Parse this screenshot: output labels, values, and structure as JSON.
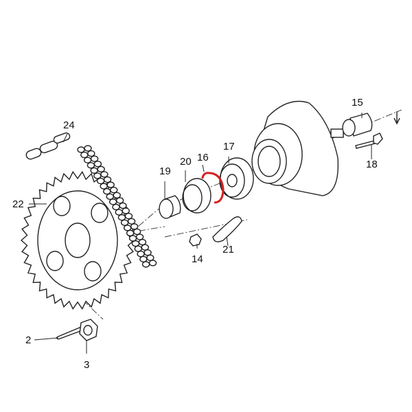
{
  "diagram": {
    "parts": [
      {
        "id": "24",
        "label": "24",
        "name": "chain-joint"
      },
      {
        "id": "15",
        "label": "15",
        "name": "collar"
      },
      {
        "id": "16",
        "label": "16",
        "name": "circlip"
      },
      {
        "id": "17",
        "label": "17",
        "name": "bearing"
      },
      {
        "id": "20",
        "label": "20",
        "name": "oil-seal"
      },
      {
        "id": "19",
        "label": "19",
        "name": "spacer"
      },
      {
        "id": "18",
        "label": "18",
        "name": "bolt"
      },
      {
        "id": "22",
        "label": "22",
        "name": "sprocket"
      },
      {
        "id": "14",
        "label": "14",
        "name": "nut"
      },
      {
        "id": "21",
        "label": "21",
        "name": "lock-washer"
      },
      {
        "id": "2",
        "label": "2",
        "name": "cotter-pin"
      },
      {
        "id": "3",
        "label": "3",
        "name": "axle-nut"
      }
    ],
    "highlight_color": "#d42020"
  }
}
